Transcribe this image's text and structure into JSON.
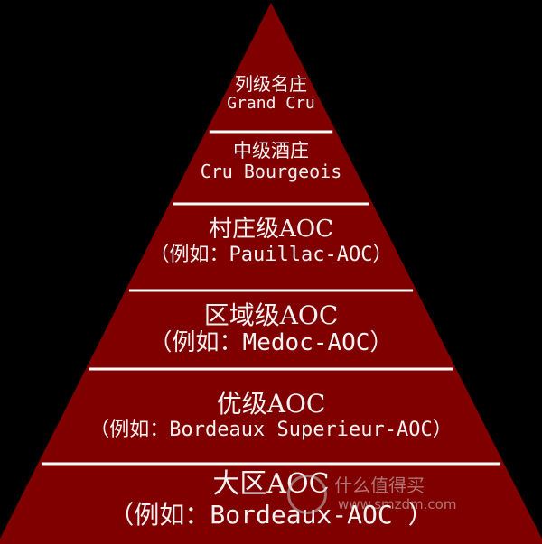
{
  "diagram": {
    "fill_color": "#800000",
    "divider_color": "#ffffff",
    "background_color": "#000000",
    "tiers": [
      {
        "zh": "列级名庄",
        "en": "Grand Cru"
      },
      {
        "zh": "中级酒庄",
        "en": "Cru Bourgeois"
      },
      {
        "zh": "村庄级AOC",
        "en": "（例如：Pauillac-AOC）"
      },
      {
        "zh": "区域级AOC",
        "en": "（例如：Medoc-AOC）"
      },
      {
        "zh": "优级AOC",
        "en": "（例如：Bordeaux Superieur-AOC）"
      },
      {
        "zh": "大区AOC",
        "en": "（例如：Bordeaux-AOC ）"
      }
    ]
  },
  "watermark": {
    "text": "什么值得买",
    "url": "www.smzdm.com"
  }
}
